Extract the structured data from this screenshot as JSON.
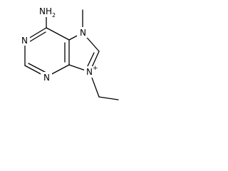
{
  "molecule": {
    "atoms": {
      "amine_n": "N",
      "amine_h": "H",
      "amine_h_count": "2",
      "n1": "N",
      "n3": "N",
      "n7": "N",
      "n9": "N",
      "n9_charge": "+"
    }
  }
}
